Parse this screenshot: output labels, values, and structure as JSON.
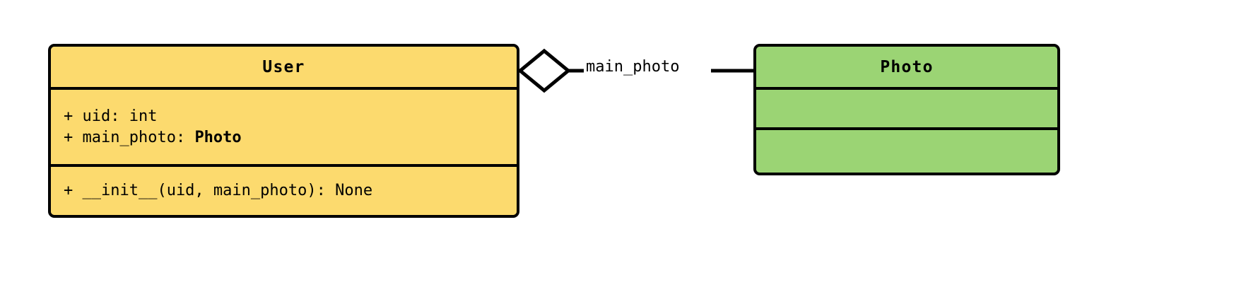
{
  "diagram": {
    "type": "uml-class-diagram",
    "background_color": "#ffffff",
    "classes": [
      {
        "id": "user",
        "name": "User",
        "fill_color": "#FCDA6E",
        "border_color": "#000000",
        "attributes": [
          {
            "visibility": "+",
            "text": "+ uid: int",
            "name": "uid",
            "type": "int",
            "type_is_link": false
          },
          {
            "visibility": "+",
            "text_prefix": "+ main_photo: ",
            "name": "main_photo",
            "type": "Photo",
            "type_is_link": true
          }
        ],
        "methods": [
          {
            "visibility": "+",
            "text": "+ __init__(uid, main_photo): None",
            "name": "__init__",
            "params": "uid, main_photo",
            "returns": "None"
          }
        ]
      },
      {
        "id": "photo",
        "name": "Photo",
        "fill_color": "#9BD474",
        "border_color": "#000000",
        "attributes": [],
        "methods": []
      }
    ],
    "relationships": [
      {
        "id": "user-main-photo",
        "kind": "aggregation",
        "marker": "hollow-diamond",
        "source": "User",
        "target": "Photo",
        "label": "main_photo"
      }
    ]
  }
}
